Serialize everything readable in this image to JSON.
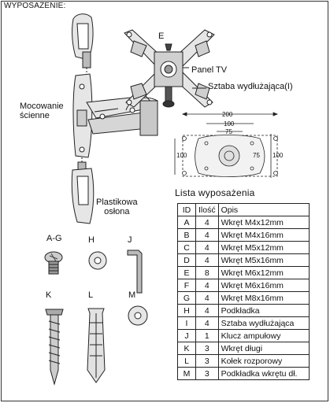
{
  "header": "WYPOSAŻENIE:",
  "labels": {
    "e": "E",
    "panel_tv": "Panel TV",
    "extension_bar": "Sztaba wydłużająca(I)",
    "wall_mount": "Mocowanie\nścienne",
    "plastic_cover": "Plastikowa\nosłona",
    "hw_ag": "A-G",
    "hw_h": "H",
    "hw_j": "J",
    "hw_k": "K",
    "hw_l": "L",
    "hw_m": "M"
  },
  "dimensions": {
    "w200": "200",
    "w100": "100",
    "w75": "75",
    "h100_left": "100",
    "h75": "75",
    "h100_right": "100"
  },
  "parts_list": {
    "title": "Lista wyposażenia",
    "columns": [
      "ID",
      "Ilość",
      "Opis"
    ],
    "rows": [
      {
        "id": "A",
        "qty": "4",
        "desc": "Wkręt M4x12mm"
      },
      {
        "id": "B",
        "qty": "4",
        "desc": "Wkręt M4x16mm"
      },
      {
        "id": "C",
        "qty": "4",
        "desc": "Wkręt M5x12mm"
      },
      {
        "id": "D",
        "qty": "4",
        "desc": "Wkręt M5x16mm"
      },
      {
        "id": "E",
        "qty": "8",
        "desc": "Wkręt M6x12mm"
      },
      {
        "id": "F",
        "qty": "4",
        "desc": "Wkręt M6x16mm"
      },
      {
        "id": "G",
        "qty": "4",
        "desc": "Wkręt M8x16mm"
      },
      {
        "id": "H",
        "qty": "4",
        "desc": "Podkładka"
      },
      {
        "id": "I",
        "qty": "4",
        "desc": "Sztaba wydłużająca"
      },
      {
        "id": "J",
        "qty": "1",
        "desc": "Klucz ampułowy"
      },
      {
        "id": "K",
        "qty": "3",
        "desc": "Wkręt długi"
      },
      {
        "id": "L",
        "qty": "3",
        "desc": "Kołek rozporowy"
      },
      {
        "id": "M",
        "qty": "3",
        "desc": "Podkładka wkrętu dł."
      }
    ]
  }
}
